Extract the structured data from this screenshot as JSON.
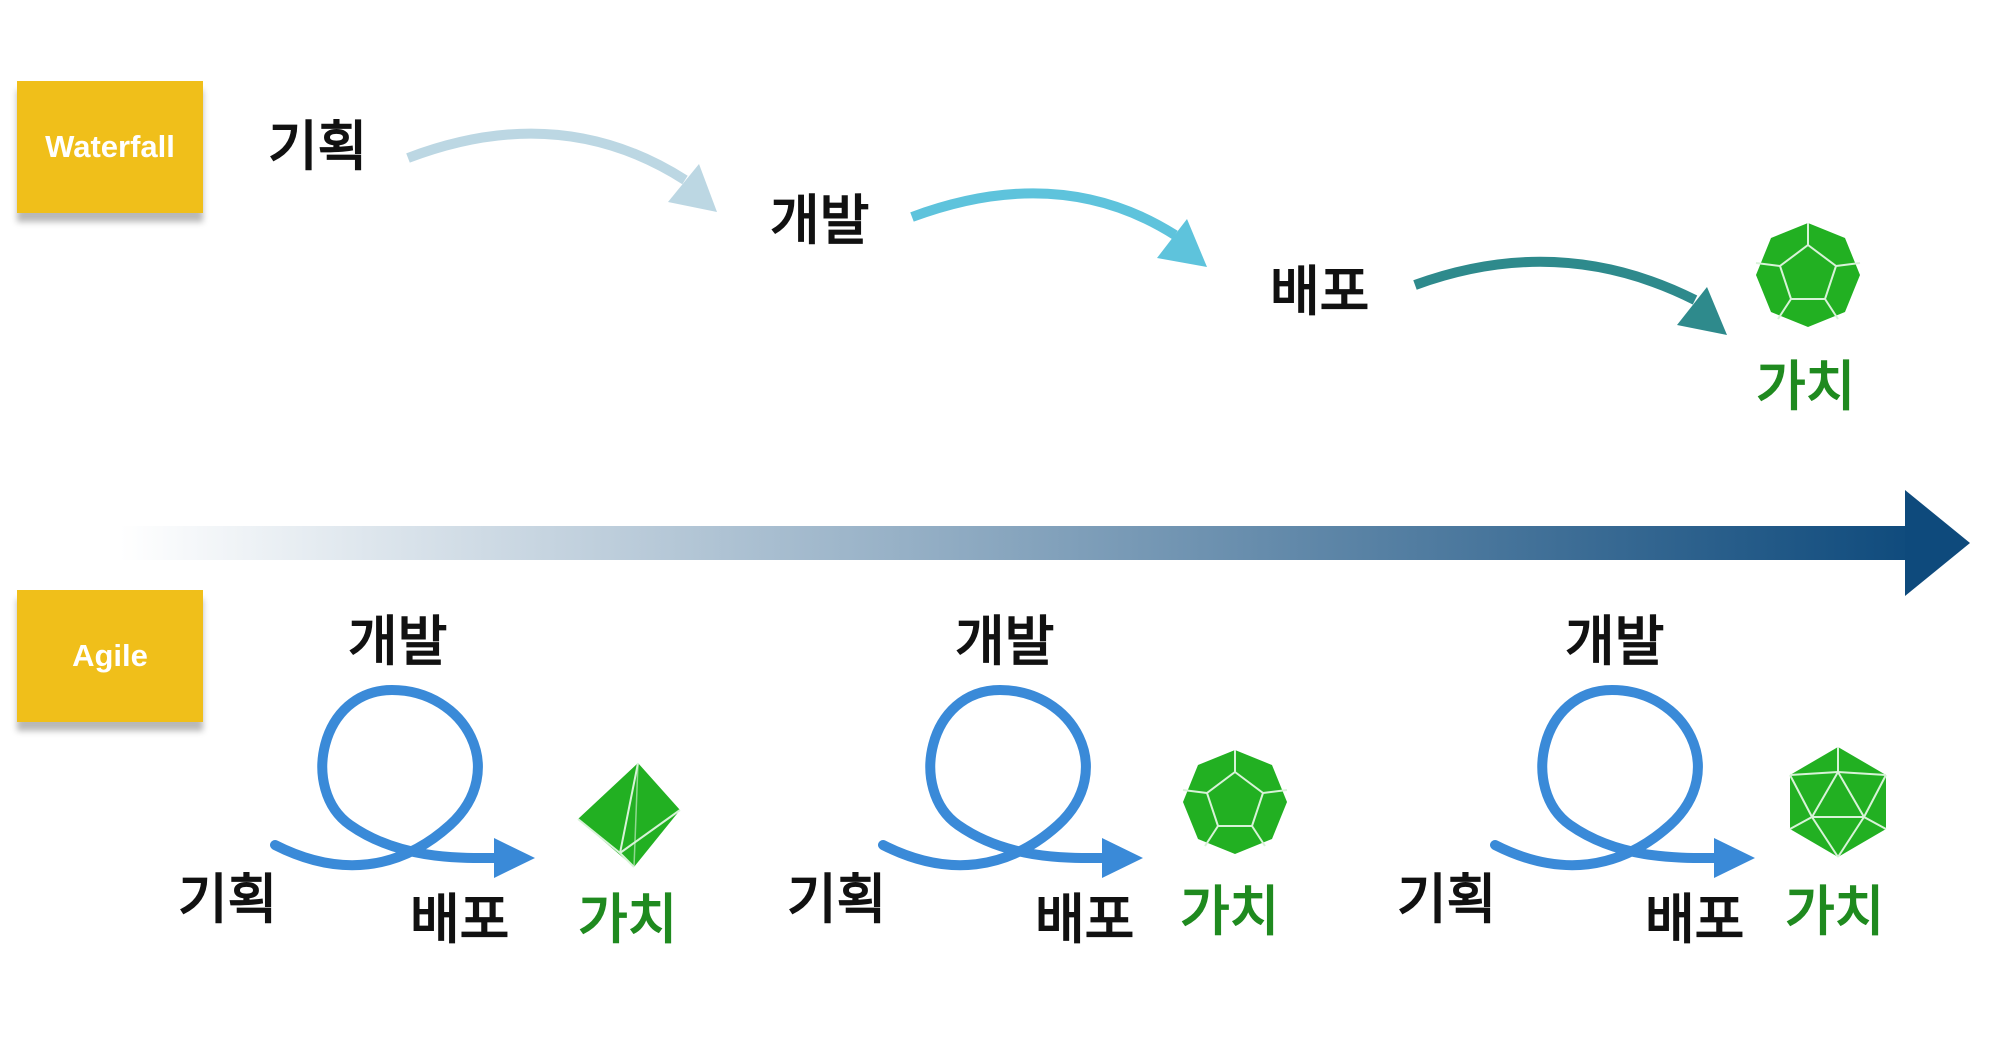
{
  "colors": {
    "label_bg": "#f0bf1a",
    "label_text": "#ffffff",
    "step_text": "#111111",
    "value_text": "#1f8a1f",
    "gem_fill": "#22b022",
    "loop": "#3a8ad8",
    "waterfall_arrows": [
      "#bcd7e3",
      "#5ec3dc",
      "#2e8a8c"
    ],
    "timeline": [
      "#ffffff",
      "#0e4a7c"
    ]
  },
  "waterfall": {
    "label": "Waterfall",
    "steps": [
      "기획",
      "개발",
      "배포"
    ],
    "value": "가치",
    "gem_icon": "dodecahedron-icon"
  },
  "timeline_icon": "gradient-arrow-icon",
  "agile": {
    "label": "Agile",
    "loop_icon": "cycle-loop-arrow-icon",
    "iterations": [
      {
        "develop": "개발",
        "plan": "기획",
        "deploy": "배포",
        "value": "가치",
        "gem_icon": "octahedron-icon"
      },
      {
        "develop": "개발",
        "plan": "기획",
        "deploy": "배포",
        "value": "가치",
        "gem_icon": "dodecahedron-icon"
      },
      {
        "develop": "개발",
        "plan": "기획",
        "deploy": "배포",
        "value": "가치",
        "gem_icon": "icosahedron-icon"
      }
    ]
  }
}
